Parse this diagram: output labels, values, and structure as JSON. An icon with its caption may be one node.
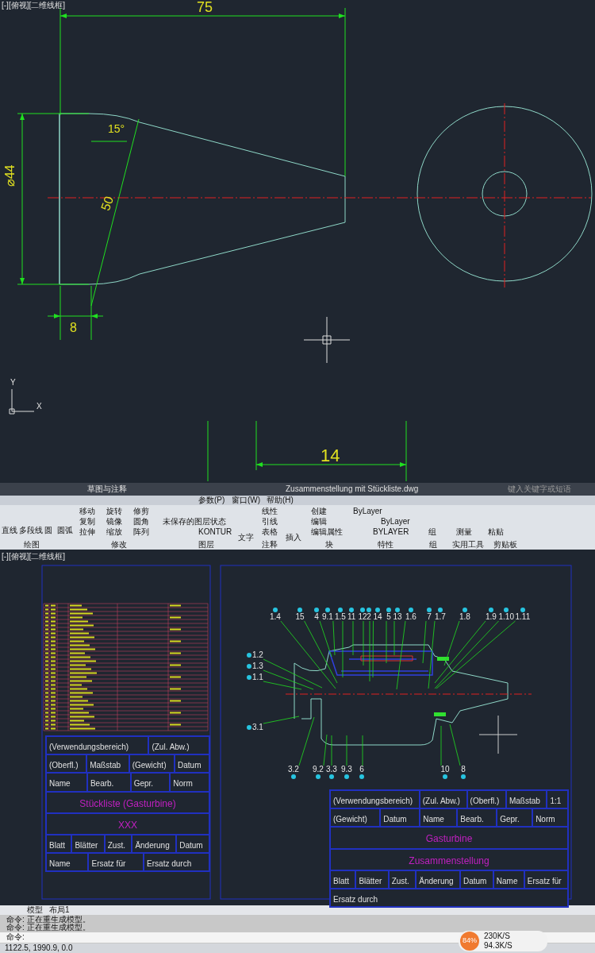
{
  "diagram": {
    "nodes": [
      {
        "text": [
          "1.4"
        ]
      },
      {
        "text": [
          "15"
        ]
      },
      {
        "text": [
          "4"
        ]
      },
      {
        "text": [
          "9.1"
        ]
      },
      {
        "text": [
          "1.5"
        ]
      },
      {
        "text": [
          "11"
        ]
      },
      {
        "text": [
          "12"
        ]
      },
      {
        "text": [
          "2"
        ]
      },
      {
        "text": [
          "14"
        ]
      },
      {
        "text": [
          "5"
        ]
      },
      {
        "text": [
          "13"
        ]
      },
      {
        "text": [
          "1.6"
        ]
      },
      {
        "text": [
          "7"
        ]
      },
      {
        "text": [
          "1.7"
        ]
      },
      {
        "text": [
          "1.8"
        ]
      },
      {
        "text": [
          "1.9"
        ]
      },
      {
        "text": [
          "1.10"
        ]
      },
      {
        "text": [
          "1.11"
        ]
      },
      {
        "text": [
          "1.2"
        ]
      },
      {
        "text": [
          "1.3"
        ]
      },
      {
        "text": [
          "1.1"
        ]
      },
      {
        "text": [
          "3.1"
        ]
      },
      {
        "text": [
          "3.2"
        ]
      },
      {
        "text": [
          "9.2"
        ]
      },
      {
        "text": [
          "3.3"
        ]
      },
      {
        "text": [
          "9.3"
        ]
      },
      {
        "text": [
          "6"
        ]
      },
      {
        "text": [
          "10"
        ]
      },
      {
        "text": [
          "8"
        ]
      }
    ],
    "edges": [
      {
        "from": 0,
        "to": null,
        "arrow": "none"
      },
      {
        "from": 1,
        "to": null,
        "arrow": "none"
      },
      {
        "from": 2,
        "to": null,
        "arrow": "none"
      },
      {
        "from": 3,
        "to": null,
        "arrow": "none"
      },
      {
        "from": 4,
        "to": null,
        "arrow": "none"
      },
      {
        "from": 5,
        "to": null,
        "arrow": "none"
      },
      {
        "from": 6,
        "to": null,
        "arrow": "none"
      },
      {
        "from": 7,
        "to": null,
        "arrow": "none"
      },
      {
        "from": 8,
        "to": null,
        "arrow": "none"
      },
      {
        "from": 9,
        "to": null,
        "arrow": "none"
      },
      {
        "from": 10,
        "to": null,
        "arrow": "none"
      },
      {
        "from": 11,
        "to": null,
        "arrow": "none"
      },
      {
        "from": 12,
        "to": null,
        "arrow": "none"
      },
      {
        "from": 13,
        "to": null,
        "arrow": "none"
      },
      {
        "from": 14,
        "to": null,
        "arrow": "none"
      },
      {
        "from": 15,
        "to": null,
        "arrow": "none"
      },
      {
        "from": 16,
        "to": null,
        "arrow": "none"
      },
      {
        "from": 17,
        "to": null,
        "arrow": "none"
      },
      {
        "from": 18,
        "to": null,
        "arrow": "none"
      },
      {
        "from": 19,
        "to": null,
        "arrow": "none"
      },
      {
        "from": 20,
        "to": null,
        "arrow": "none"
      },
      {
        "from": 21,
        "to": null,
        "arrow": "none"
      },
      {
        "from": 22,
        "to": null,
        "arrow": "none"
      },
      {
        "from": 23,
        "to": null,
        "arrow": "none"
      },
      {
        "from": 24,
        "to": null,
        "arrow": "none"
      },
      {
        "from": 25,
        "to": null,
        "arrow": "none"
      },
      {
        "from": 26,
        "to": null,
        "arrow": "none"
      },
      {
        "from": 27,
        "to": null,
        "arrow": "none"
      },
      {
        "from": 28,
        "to": null,
        "arrow": "none"
      }
    ],
    "labels": [
      "[-][俯视][二维线框]",
      "75",
      "15°",
      "⌀44",
      "50",
      "8",
      "Y",
      "X",
      "14",
      "草图与注释",
      "Zusammenstellung mit Stückliste.dwg",
      "键入关键字或短语",
      "参数(P)",
      "窗口(W)",
      "帮助(H)",
      "直线",
      "多段线",
      "圆",
      "圆弧",
      "移动",
      "旋转",
      "修剪",
      "复制",
      "镜像",
      "圆角",
      "拉伸",
      "缩放",
      "阵列",
      "未保存的图层状态",
      "KONTUR",
      "文字",
      "线性",
      "引线",
      "表格",
      "插入",
      "创建",
      "编辑",
      "编辑属性",
      "ByLayer",
      "ByLayer",
      "BYLAYER",
      "组",
      "测量",
      "粘贴",
      "绘图",
      "修改",
      "图层",
      "注释",
      "块",
      "特性",
      "组",
      "实用工具",
      "剪贴板",
      "[-][俯视][二维线框]",
      "(Verwendungsbereich)",
      "(Zul. Abw.)",
      "(Oberfl.)",
      "Maßstab",
      "(Gewicht)",
      "Datum",
      "Name",
      "Bearb.",
      "Gepr.",
      "Norm",
      "Stückliste (Gasturbine)",
      "XXX",
      "Blatt",
      "Blätter",
      "Zust.",
      "Änderung",
      "Datum",
      "Name",
      "Ersatz für",
      "Ersatz durch",
      "(Verwendungsbereich)",
      "(Zul. Abw.)",
      "(Oberfl.)",
      "Maßstab",
      "1:1",
      "(Gewicht)",
      "Datum",
      "Name",
      "Bearb.",
      "Gepr.",
      "Norm",
      "Gasturbine",
      "Zusammenstellung",
      "Blatt",
      "Blätter",
      "Zust.",
      "Änderung",
      "Datum",
      "Name",
      "Ersatz für",
      "Ersatz durch",
      "模型",
      "布局1",
      "命令: 正在重生成模型。",
      "命令: 正在重生成模型。",
      "命令:",
      "1122.5, 1990.9, 0.0",
      "84%",
      "230K/S",
      "94.3K/S"
    ]
  }
}
